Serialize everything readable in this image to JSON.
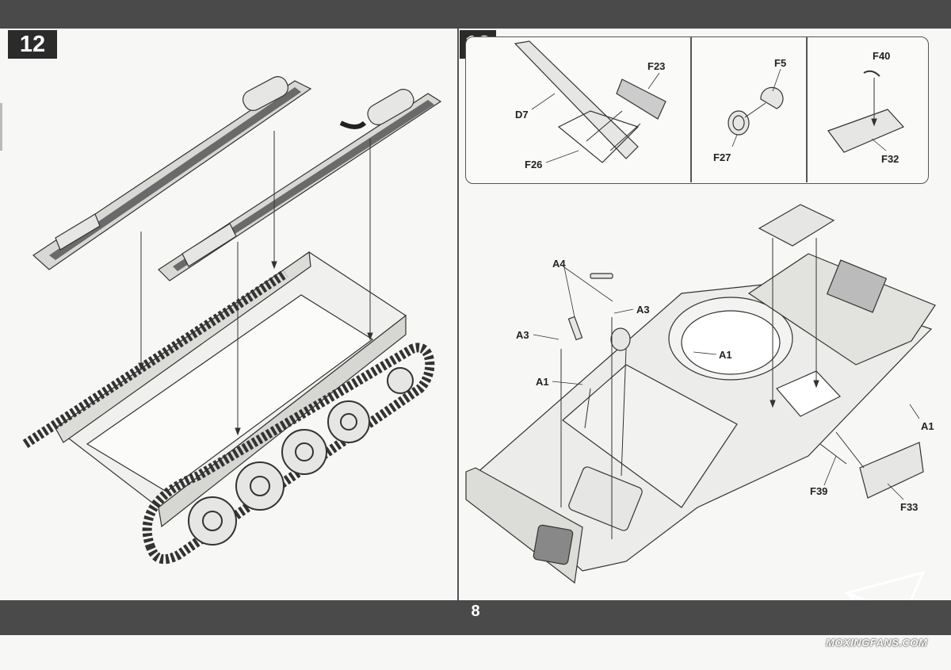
{
  "page_number": "8",
  "steps": [
    {
      "number": "12"
    },
    {
      "number": "13"
    }
  ],
  "step13_inset_labels": [
    "D7",
    "F23",
    "F26",
    "F5",
    "F27",
    "F40",
    "F32"
  ],
  "step13_main_labels": {
    "a4": "A4",
    "a3_right": "A3",
    "a3_left": "A3",
    "a1_center": "A1",
    "a1_left": "A1",
    "a1_right": "A1",
    "f39": "F39",
    "f33": "F33"
  },
  "watermark": "MOXINGFANS.COM",
  "colors": {
    "bar": "#4a4a4a",
    "step_box": "#2b2b2b",
    "part_fill": "#e6e6e4",
    "line": "#333333"
  }
}
